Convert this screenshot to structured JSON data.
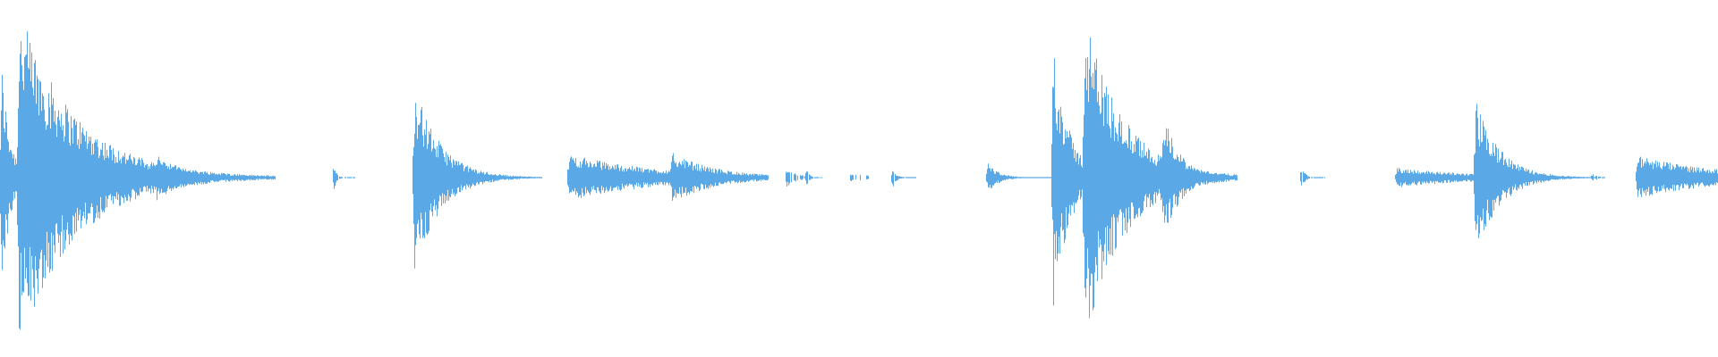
{
  "waveform": {
    "color": "#5aa9e6",
    "background": "#ffffff",
    "duration_fraction_shown": 1.0,
    "segments": [
      {
        "start": 0.0,
        "end": 0.01,
        "peak": 0.78,
        "decay": 2.0,
        "density": 1.0
      },
      {
        "start": 0.01,
        "end": 0.16,
        "peak": 1.0,
        "decay": 4.5,
        "density": 1.0
      },
      {
        "start": 0.09,
        "end": 0.135,
        "peak": 0.14,
        "decay": 2.5,
        "density": 1.0
      },
      {
        "start": 0.193,
        "end": 0.206,
        "peak": 0.13,
        "decay": 8.0,
        "density": 0.8
      },
      {
        "start": 0.24,
        "end": 0.315,
        "peak": 0.58,
        "decay": 5.0,
        "density": 1.0
      },
      {
        "start": 0.33,
        "end": 0.392,
        "peak": 0.14,
        "decay": 1.2,
        "density": 1.0
      },
      {
        "start": 0.39,
        "end": 0.447,
        "peak": 0.15,
        "decay": 2.2,
        "density": 1.0
      },
      {
        "start": 0.457,
        "end": 0.47,
        "peak": 0.06,
        "decay": 2.0,
        "density": 0.5
      },
      {
        "start": 0.469,
        "end": 0.478,
        "peak": 0.08,
        "decay": 6.0,
        "density": 0.9
      },
      {
        "start": 0.493,
        "end": 0.506,
        "peak": 0.03,
        "decay": 1.0,
        "density": 0.4
      },
      {
        "start": 0.519,
        "end": 0.533,
        "peak": 0.09,
        "decay": 7.0,
        "density": 0.9
      },
      {
        "start": 0.574,
        "end": 0.612,
        "peak": 0.1,
        "decay": 6.0,
        "density": 1.0
      },
      {
        "start": 0.612,
        "end": 0.63,
        "peak": 0.85,
        "decay": 2.0,
        "density": 1.0
      },
      {
        "start": 0.63,
        "end": 0.72,
        "peak": 1.0,
        "decay": 4.0,
        "density": 1.0
      },
      {
        "start": 0.676,
        "end": 0.712,
        "peak": 0.4,
        "decay": 3.5,
        "density": 1.0
      },
      {
        "start": 0.757,
        "end": 0.771,
        "peak": 0.1,
        "decay": 7.0,
        "density": 0.9
      },
      {
        "start": 0.812,
        "end": 0.858,
        "peak": 0.06,
        "decay": 1.0,
        "density": 1.0
      },
      {
        "start": 0.858,
        "end": 0.928,
        "peak": 0.48,
        "decay": 5.0,
        "density": 1.0
      },
      {
        "start": 0.926,
        "end": 0.934,
        "peak": 0.04,
        "decay": 3.0,
        "density": 0.8
      },
      {
        "start": 0.952,
        "end": 1.0,
        "peak": 0.13,
        "decay": 1.0,
        "density": 1.0
      }
    ]
  }
}
